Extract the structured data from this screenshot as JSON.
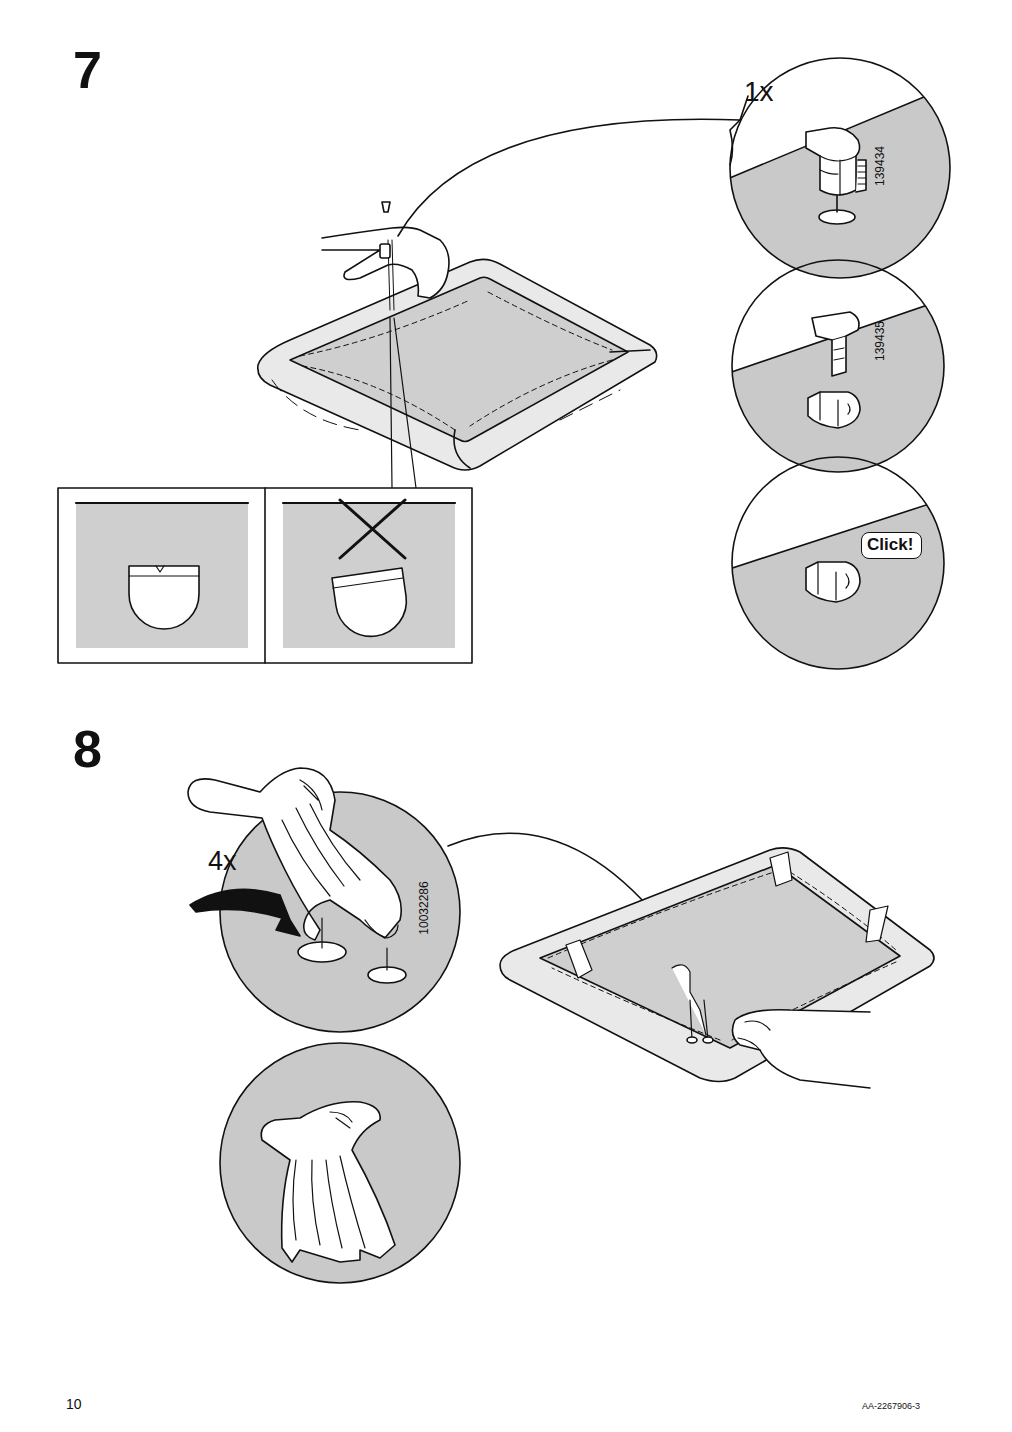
{
  "diagram": {
    "nodes": [
      {
        "text": [
          "Click!"
        ]
      }
    ],
    "labels": [
      "7",
      "1x",
      "139434",
      "139435",
      "8",
      "4x",
      "10032286",
      "10",
      "AA-2267906-3"
    ]
  }
}
